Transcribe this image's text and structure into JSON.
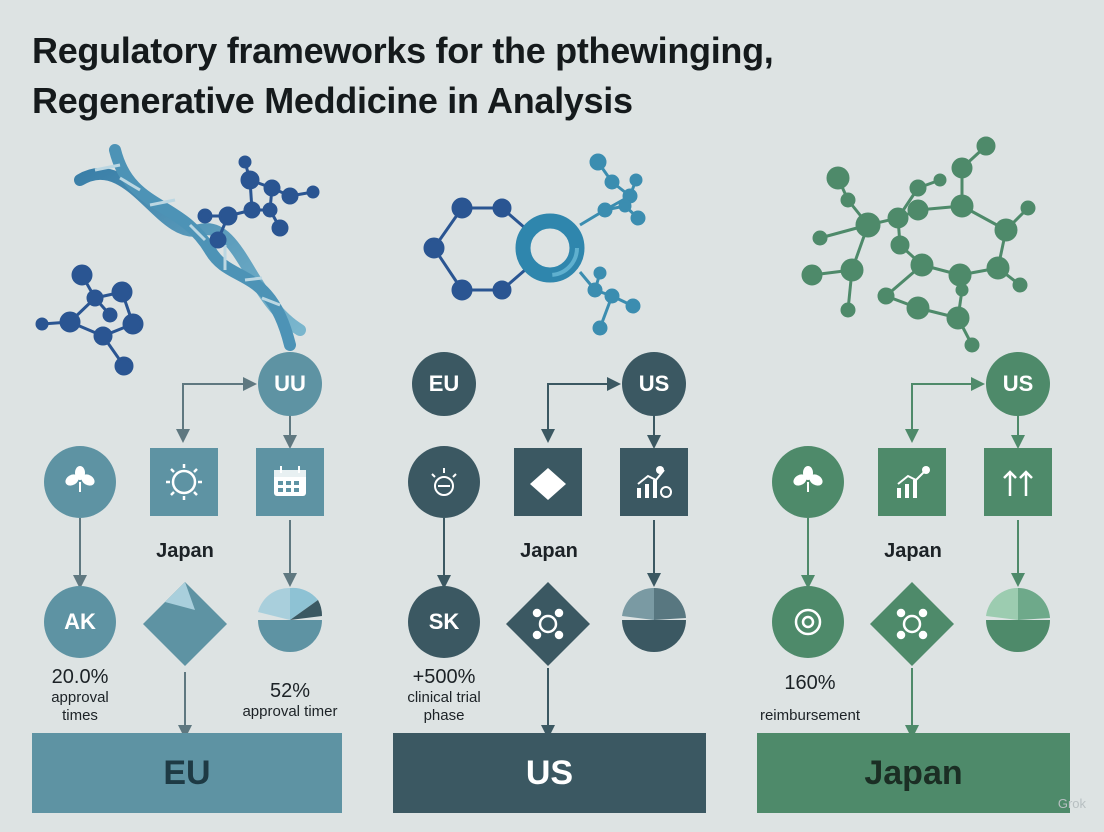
{
  "title": {
    "line1": "Regulatory frameworks for the pthewinging,",
    "line2": "Regenerative  Meddicine in Analysis"
  },
  "colors": {
    "background": "#dde3e3",
    "eu": "#5e93a3",
    "us": "#3b5862",
    "japan": "#4e8a6a",
    "molecule_blue": "#2a5592",
    "molecule_green": "#4e8a6a"
  },
  "columns": [
    {
      "top_node": "UU",
      "middle_label": "Japan",
      "circle_node": "AK",
      "stat_left": {
        "value": "20.0%",
        "caption_line1": "approval",
        "caption_line2": "times"
      },
      "stat_right": {
        "value": "52%",
        "caption_line1": "approval timer",
        "caption_line2": ""
      },
      "banner": "EU",
      "icons": [
        "leaf-icon",
        "sun-icon",
        "calendar-icon",
        "diamond-shape",
        "pie-chart-icon"
      ]
    },
    {
      "left_node": "EU",
      "top_node": "US",
      "middle_label": "Japan",
      "circle_node": "SK",
      "stat_left": {
        "value": "+500%",
        "caption_line1": "clinical trial",
        "caption_line2": "phase"
      },
      "banner": "US",
      "icons": [
        "badge-icon",
        "diamond-icon",
        "bar-chart-icon",
        "network-diamond-icon",
        "pie-chart-icon"
      ]
    },
    {
      "top_node": "US",
      "middle_label": "Japan",
      "stat_left": {
        "value": "160%",
        "caption_line1": "reimbursement",
        "caption_line2": ""
      },
      "banner": "Japan",
      "icons": [
        "leaf-icon",
        "trend-chart-icon",
        "up-arrows-icon",
        "target-icon",
        "network-diamond-icon",
        "pie-chart-icon"
      ]
    }
  ],
  "watermark": "Grok"
}
